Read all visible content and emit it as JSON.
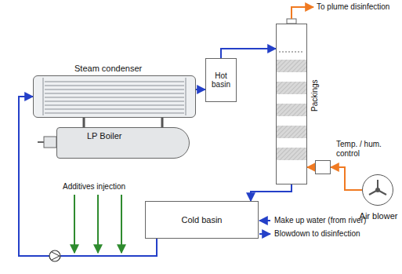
{
  "diagram": {
    "nodes": [
      {
        "text": [
          "Steam condenser"
        ]
      },
      {
        "text": [
          "LP Boiler"
        ]
      },
      {
        "text": [
          "Hot basin"
        ]
      },
      {
        "text": [
          "Packings"
        ]
      },
      {
        "text": [
          "Temp. / hum. control"
        ]
      },
      {
        "text": [
          "Air blower"
        ]
      },
      {
        "text": [
          "Cold basin"
        ]
      }
    ],
    "edges": [
      {
        "from": 0,
        "to": 2,
        "arrow": "to"
      },
      {
        "from": 2,
        "to": 3,
        "arrow": "to"
      },
      {
        "from": 3,
        "to": 6,
        "arrow": "to"
      },
      {
        "from": 6,
        "to": 0,
        "arrow": "to"
      },
      {
        "from": 5,
        "to": 4,
        "arrow": "to"
      },
      {
        "from": 4,
        "to": 3,
        "arrow": "to"
      },
      {
        "from": 1,
        "to": 0,
        "arrow": "none"
      },
      {
        "from": 1,
        "to": 0,
        "arrow": "none"
      }
    ],
    "labels": [
      "To plume disinfection",
      "Additives injection",
      "Make up water (from river)",
      "Blowdown to disinfection"
    ]
  }
}
